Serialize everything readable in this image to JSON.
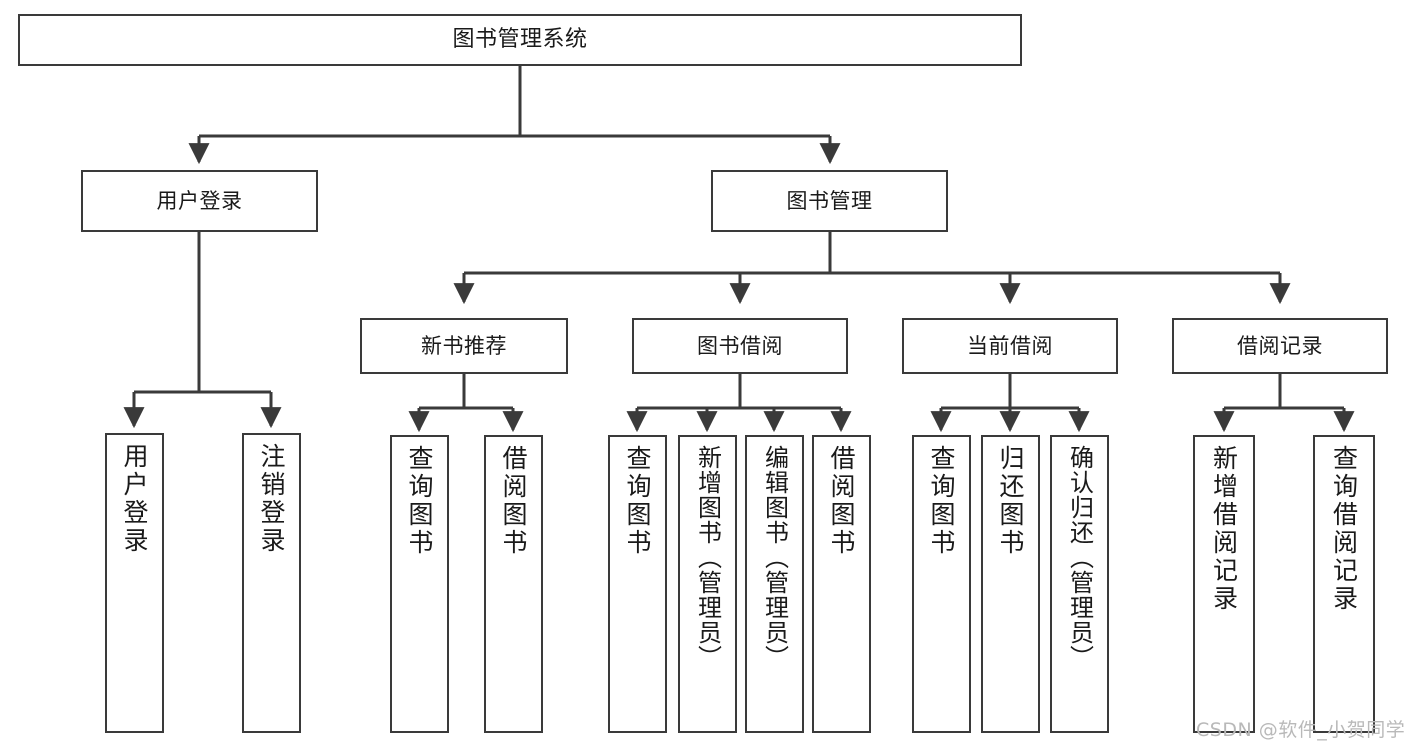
{
  "diagram": {
    "type": "tree",
    "title": "图书管理系统",
    "orientation": "top-down",
    "colors": {
      "box_border": "#3a3a3a",
      "box_fill": "#ffffff",
      "edge": "#3a3a3a",
      "text": "#1a1a1a",
      "watermark": "#b9b9b9"
    }
  },
  "root": {
    "label": "图书管理系统"
  },
  "level2": [
    {
      "label": "用户登录"
    },
    {
      "label": "图书管理"
    }
  ],
  "level3": [
    {
      "label": "新书推荐"
    },
    {
      "label": "图书借阅"
    },
    {
      "label": "当前借阅"
    },
    {
      "label": "借阅记录"
    }
  ],
  "leaves": {
    "user_login": [
      {
        "label": "用户登录"
      },
      {
        "label": "注销登录"
      }
    ],
    "new_book_recommend": [
      {
        "label": "查询图书"
      },
      {
        "label": "借阅图书"
      }
    ],
    "book_borrow": [
      {
        "label": "查询图书"
      },
      {
        "label": "新增图书（管理员）"
      },
      {
        "label": "编辑图书（管理员）"
      },
      {
        "label": "借阅图书"
      }
    ],
    "current_borrow": [
      {
        "label": "查询图书"
      },
      {
        "label": "归还图书"
      },
      {
        "label": "确认归还（管理员）"
      }
    ],
    "borrow_record": [
      {
        "label": "新增借阅记录"
      },
      {
        "label": "查询借阅记录"
      }
    ]
  },
  "watermark": {
    "text": "CSDN @软件_小贺同学"
  }
}
